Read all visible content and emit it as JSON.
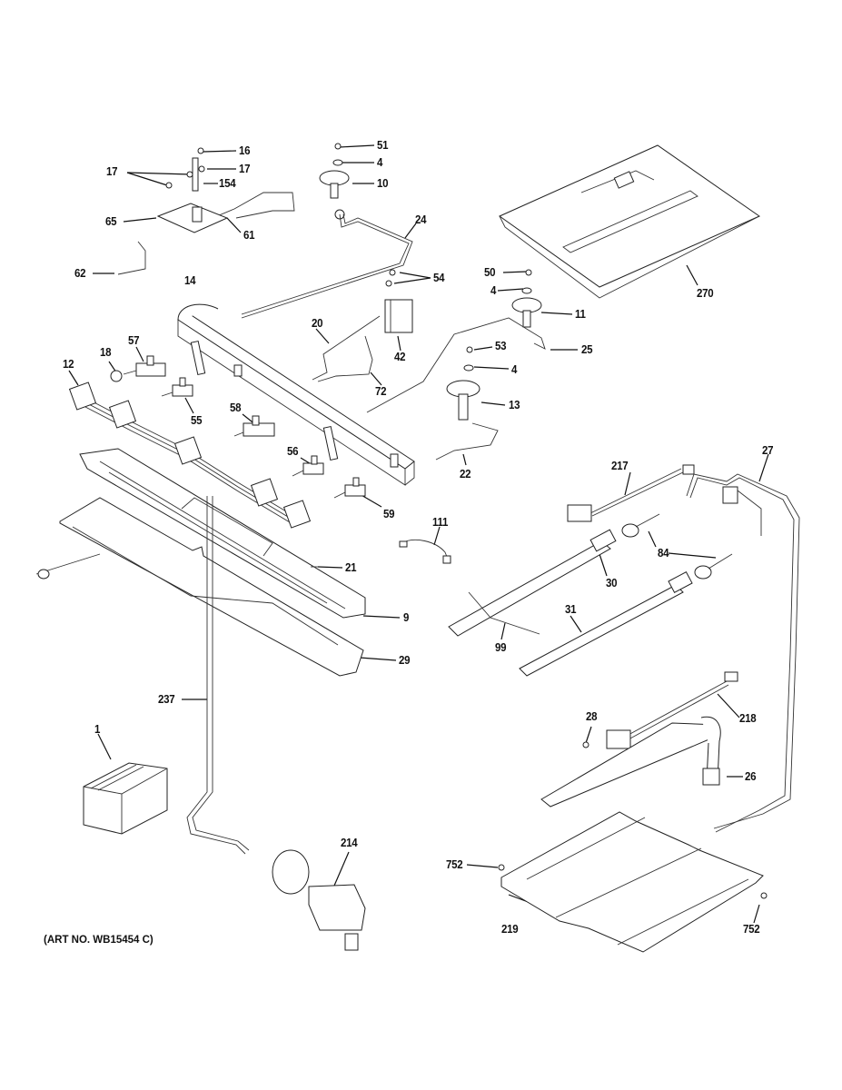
{
  "diagram": {
    "type": "exploded-parts-diagram",
    "art_number": "(ART NO. WB15454 C)",
    "callouts": [
      {
        "id": "16",
        "label": "16"
      },
      {
        "id": "17a",
        "label": "17"
      },
      {
        "id": "17b",
        "label": "17"
      },
      {
        "id": "154",
        "label": "154"
      },
      {
        "id": "65",
        "label": "65"
      },
      {
        "id": "61",
        "label": "61"
      },
      {
        "id": "62",
        "label": "62"
      },
      {
        "id": "14",
        "label": "14"
      },
      {
        "id": "51",
        "label": "51"
      },
      {
        "id": "4a",
        "label": "4"
      },
      {
        "id": "10",
        "label": "10"
      },
      {
        "id": "24",
        "label": "24"
      },
      {
        "id": "54",
        "label": "54"
      },
      {
        "id": "20",
        "label": "20"
      },
      {
        "id": "42",
        "label": "42"
      },
      {
        "id": "72",
        "label": "72"
      },
      {
        "id": "50",
        "label": "50"
      },
      {
        "id": "4b",
        "label": "4"
      },
      {
        "id": "11",
        "label": "11"
      },
      {
        "id": "25",
        "label": "25"
      },
      {
        "id": "53",
        "label": "53"
      },
      {
        "id": "4c",
        "label": "4"
      },
      {
        "id": "13",
        "label": "13"
      },
      {
        "id": "22",
        "label": "22"
      },
      {
        "id": "270",
        "label": "270"
      },
      {
        "id": "57",
        "label": "57"
      },
      {
        "id": "18",
        "label": "18"
      },
      {
        "id": "12",
        "label": "12"
      },
      {
        "id": "55",
        "label": "55"
      },
      {
        "id": "58",
        "label": "58"
      },
      {
        "id": "56",
        "label": "56"
      },
      {
        "id": "59",
        "label": "59"
      },
      {
        "id": "111",
        "label": "111"
      },
      {
        "id": "21",
        "label": "21"
      },
      {
        "id": "9",
        "label": "9"
      },
      {
        "id": "29",
        "label": "29"
      },
      {
        "id": "217",
        "label": "217"
      },
      {
        "id": "27",
        "label": "27"
      },
      {
        "id": "84",
        "label": "84"
      },
      {
        "id": "30",
        "label": "30"
      },
      {
        "id": "31",
        "label": "31"
      },
      {
        "id": "99",
        "label": "99"
      },
      {
        "id": "237",
        "label": "237"
      },
      {
        "id": "1",
        "label": "1"
      },
      {
        "id": "214",
        "label": "214"
      },
      {
        "id": "218",
        "label": "218"
      },
      {
        "id": "28",
        "label": "28"
      },
      {
        "id": "26",
        "label": "26"
      },
      {
        "id": "752a",
        "label": "752"
      },
      {
        "id": "219",
        "label": "219"
      },
      {
        "id": "752b",
        "label": "752"
      }
    ]
  }
}
